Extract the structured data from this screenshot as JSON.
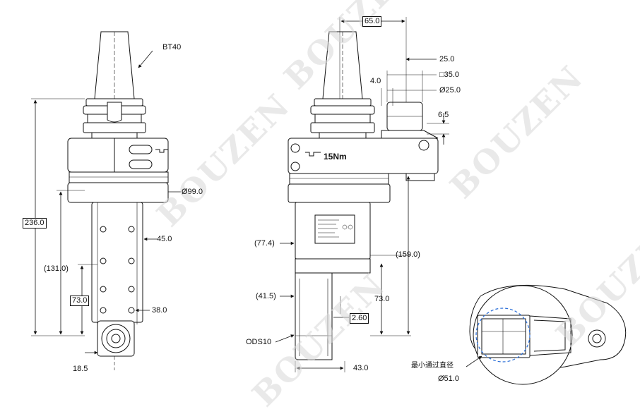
{
  "watermark": "BOUZEN",
  "left_view": {
    "taper_label": "BT40",
    "flange_diameter": "Ø99.0",
    "overall_length": "236.0",
    "arm_length": "(131.0)",
    "spindle_offset": "73.0",
    "arm_width": "45.0",
    "nose_width": "38.0",
    "nose_tip": "18.5"
  },
  "middle_view": {
    "torque_label": "15Nm",
    "offset_top": "65.0",
    "dim_25": "25.0",
    "square_35": "□35.0",
    "dim_4": "4.0",
    "dia_25": "Ø25.0",
    "dim_6_5": "6.5",
    "dim_77_4": "(77.4)",
    "dim_159": "(159.0)",
    "dim_41_5": "(41.5)",
    "dim_73": "73.0",
    "dim_2_6": "2.60",
    "ods_label": "ODS10",
    "dim_43": "43.0"
  },
  "bottom_view": {
    "passage_label_cn": "最小通过直径",
    "passage_diameter": "Ø51.0"
  }
}
